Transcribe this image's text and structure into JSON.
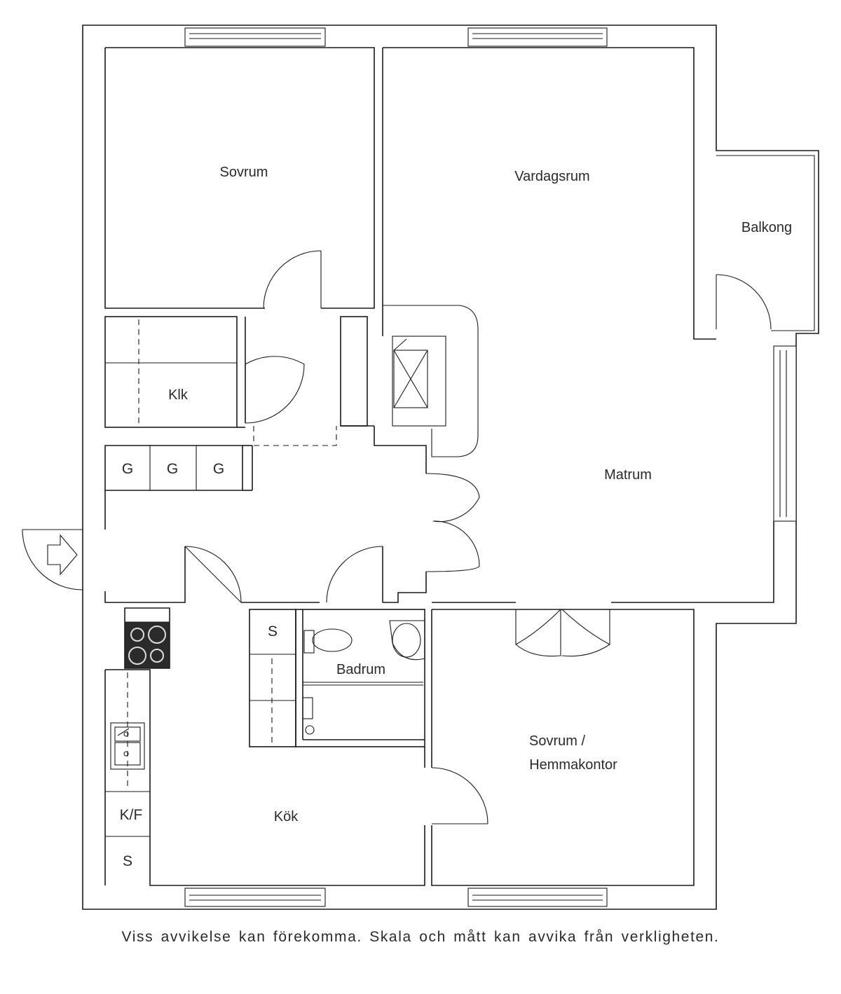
{
  "rooms": {
    "sovrum_1": "Sovrum",
    "vardagsrum": "Vardagsrum",
    "balkong": "Balkong",
    "klk": "Klk",
    "matrum": "Matrum",
    "badrum": "Badrum",
    "sovrum_hemmakontor_line1": "Sovrum /",
    "sovrum_hemmakontor_line2": "Hemmakontor",
    "kok": "Kök"
  },
  "closets": {
    "g1": "G",
    "g2": "G",
    "g3": "G",
    "s_bath": "S",
    "kf": "K/F",
    "s_kitchen": "S"
  },
  "disclaimer": "Viss avvikelse kan förekomma. Skala och mått kan avvika från verkligheten."
}
